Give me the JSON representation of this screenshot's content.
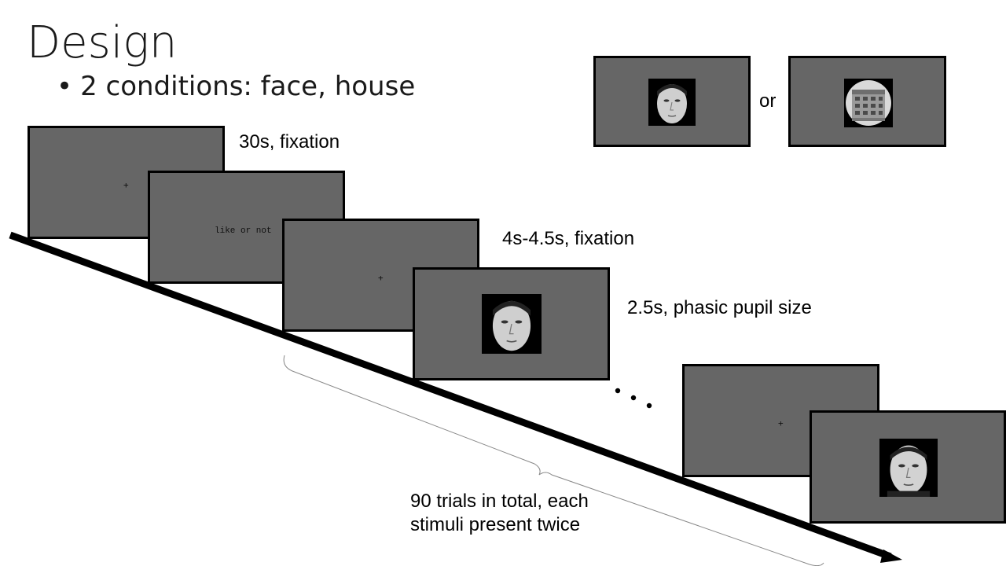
{
  "slide": {
    "title": "Design",
    "bullet": "2 conditions: face, house"
  },
  "examples": {
    "or_label": "or"
  },
  "timeline": {
    "fixation_symbol": "+",
    "prompt_text": "like or not",
    "labels": {
      "fixation_initial": "30s, fixation",
      "fixation_trial": "4s-4.5s, fixation",
      "stimulus": "2.5s, phasic pupil size"
    },
    "ellipsis": "• • •",
    "summary_line1": "90 trials in total, each",
    "summary_line2": "stimuli present twice"
  },
  "colors": {
    "screen_gray": "#666666",
    "arrow": "#000000"
  },
  "icons": [
    "face-stimulus-icon",
    "house-stimulus-icon",
    "fixation-cross-icon",
    "timeline-arrow"
  ]
}
